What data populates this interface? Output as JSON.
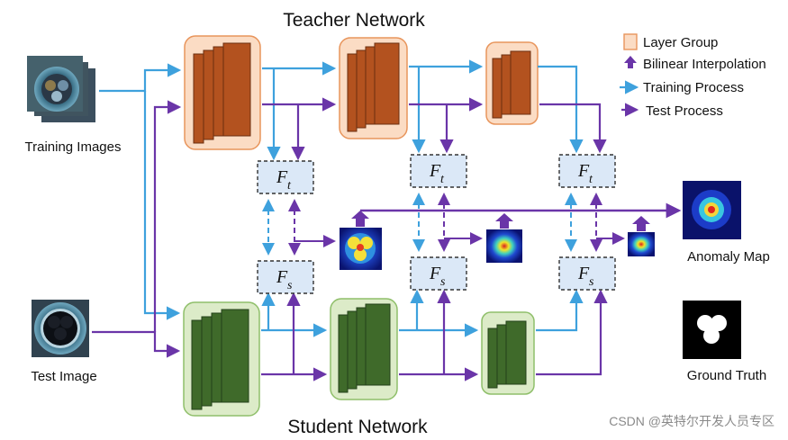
{
  "titles": {
    "teacher": "Teacher Network",
    "student": "Student Network"
  },
  "inputs": {
    "training": "Training Images",
    "test": "Test Image"
  },
  "outputs": {
    "anomaly_map": "Anomaly Map",
    "ground_truth": "Ground Truth"
  },
  "legend": {
    "layer_group": "Layer Group",
    "bilinear": "Bilinear Interpolation",
    "training": "Training Process",
    "test": "Test Process"
  },
  "features": {
    "symbol": "F",
    "teacher_sub": "t",
    "student_sub": "s"
  },
  "watermark": "CSDN @英特尔开发人员专区",
  "colors": {
    "teacher_fill": "#fbdcc4",
    "teacher_stroke": "#e8955c",
    "teacher_layer": "#b3521f",
    "student_fill": "#dcebc8",
    "student_stroke": "#8fbf6a",
    "student_layer": "#3f6a2a",
    "training_arrow": "#3ea1dd",
    "test_arrow": "#6a35a8",
    "feature_fill": "#dbe8f7"
  }
}
